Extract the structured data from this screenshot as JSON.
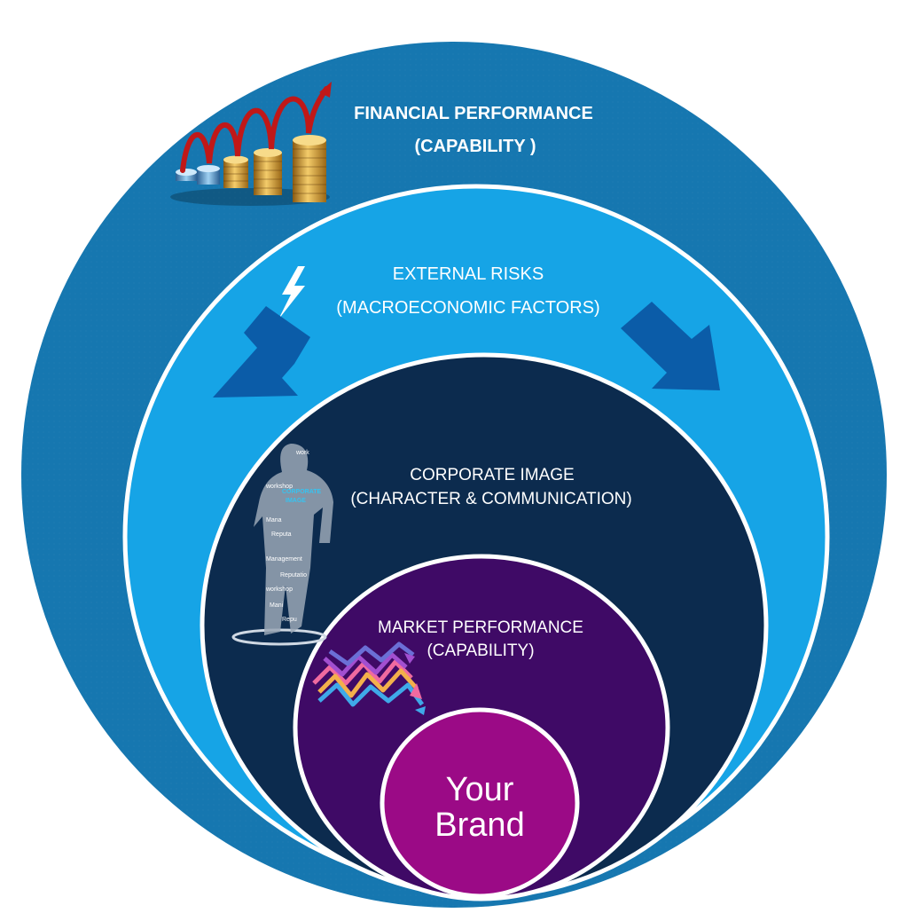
{
  "rings": [
    {
      "id": "financial",
      "title": "FINANCIAL PERFORMANCE",
      "subtitle": "(CAPABILITY )",
      "color": "#1677b0"
    },
    {
      "id": "external",
      "title": "EXTERNAL RISKS",
      "subtitle": "(MACROECONOMIC FACTORS)",
      "color": "#16a4e6"
    },
    {
      "id": "corporate",
      "title": "CORPORATE IMAGE",
      "subtitle": "(CHARACTER & COMMUNICATION)",
      "color": "#0c2b4e"
    },
    {
      "id": "market",
      "title": "MARKET PERFORMANCE",
      "subtitle": "(CAPABILITY)",
      "color": "#3f0a66"
    }
  ],
  "core": {
    "line1": "Your",
    "line2": "Brand",
    "color": "#9b0a86"
  },
  "colors": {
    "ring_border": "#ffffff",
    "arrow": "#0b5ca8",
    "coin": "#d8a23a",
    "growth_arrow": "#c01818"
  },
  "illustrations": {
    "coins": "coin-stacks-growth-icon",
    "lightning": "lightning-bolt-icon",
    "figure": "word-cloud-businessman-icon",
    "market": "zigzag-trend-arrows-icon"
  },
  "word_cloud": [
    "work",
    "workshop",
    "CORPORATE",
    "IMAGE",
    "Mana",
    "Reputa",
    "Management",
    "Reputatio",
    "workshop",
    "Mani",
    "Repu"
  ]
}
